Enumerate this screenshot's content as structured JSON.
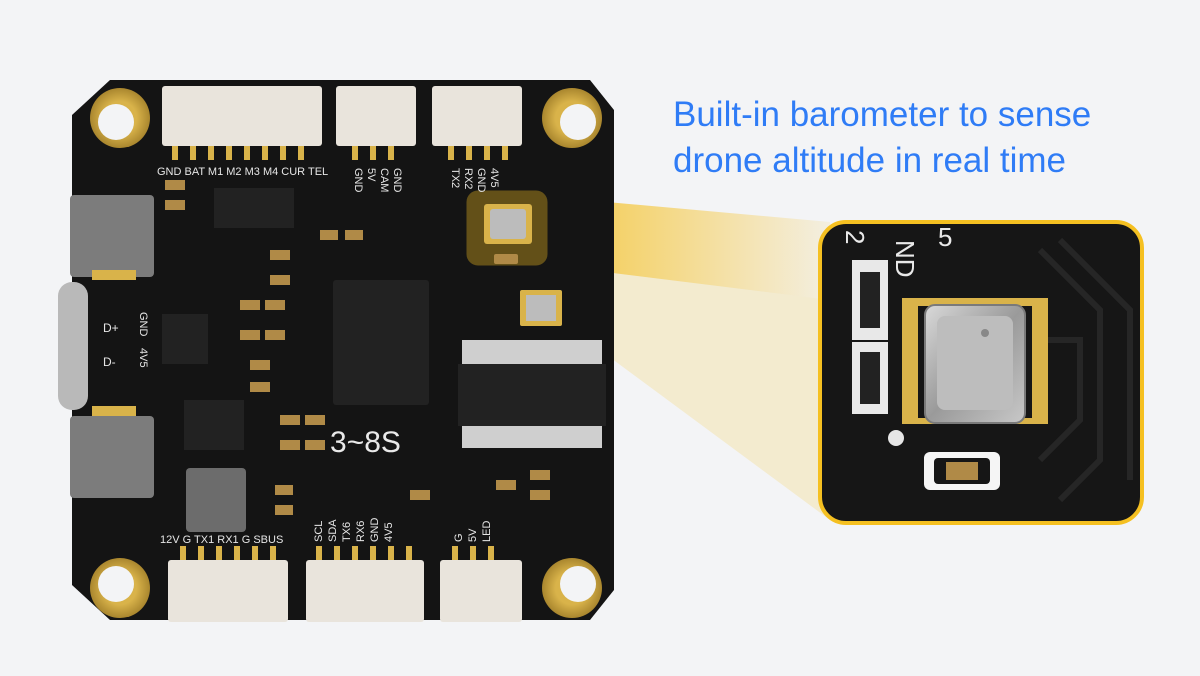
{
  "headline": {
    "line1": "Built-in barometer to sense",
    "line2": "drone altitude in real time",
    "color": "#2f7cf6"
  },
  "board": {
    "voltage_label": "3~8S",
    "top_left_connector_label": "GND BAT M1 M2 M3 M4 CUR TEL",
    "top_mid_connector_labels": [
      "GND",
      "5V",
      "CAM",
      "GND"
    ],
    "top_right_connector_labels": [
      "TX2",
      "RX2",
      "GND",
      "4V5"
    ],
    "usb_side_labels": [
      "D+",
      "D-",
      "GND",
      "4V5"
    ],
    "bottom_left_connector_label": "12V G TX1 RX1 G SBUS",
    "bottom_mid_connector_labels": [
      "SCL",
      "SDA",
      "TX6",
      "RX6",
      "GND",
      "4V5"
    ],
    "bottom_right_connector_labels": [
      "G",
      "5V",
      "LED"
    ]
  },
  "zoom_inset": {
    "silkscreen_fragments": [
      "5",
      "ND",
      "2"
    ]
  },
  "colors": {
    "pcb": "#141414",
    "gold": "#d9b34a",
    "highlight": "#f5c021",
    "connector": "#e9e4dc"
  }
}
